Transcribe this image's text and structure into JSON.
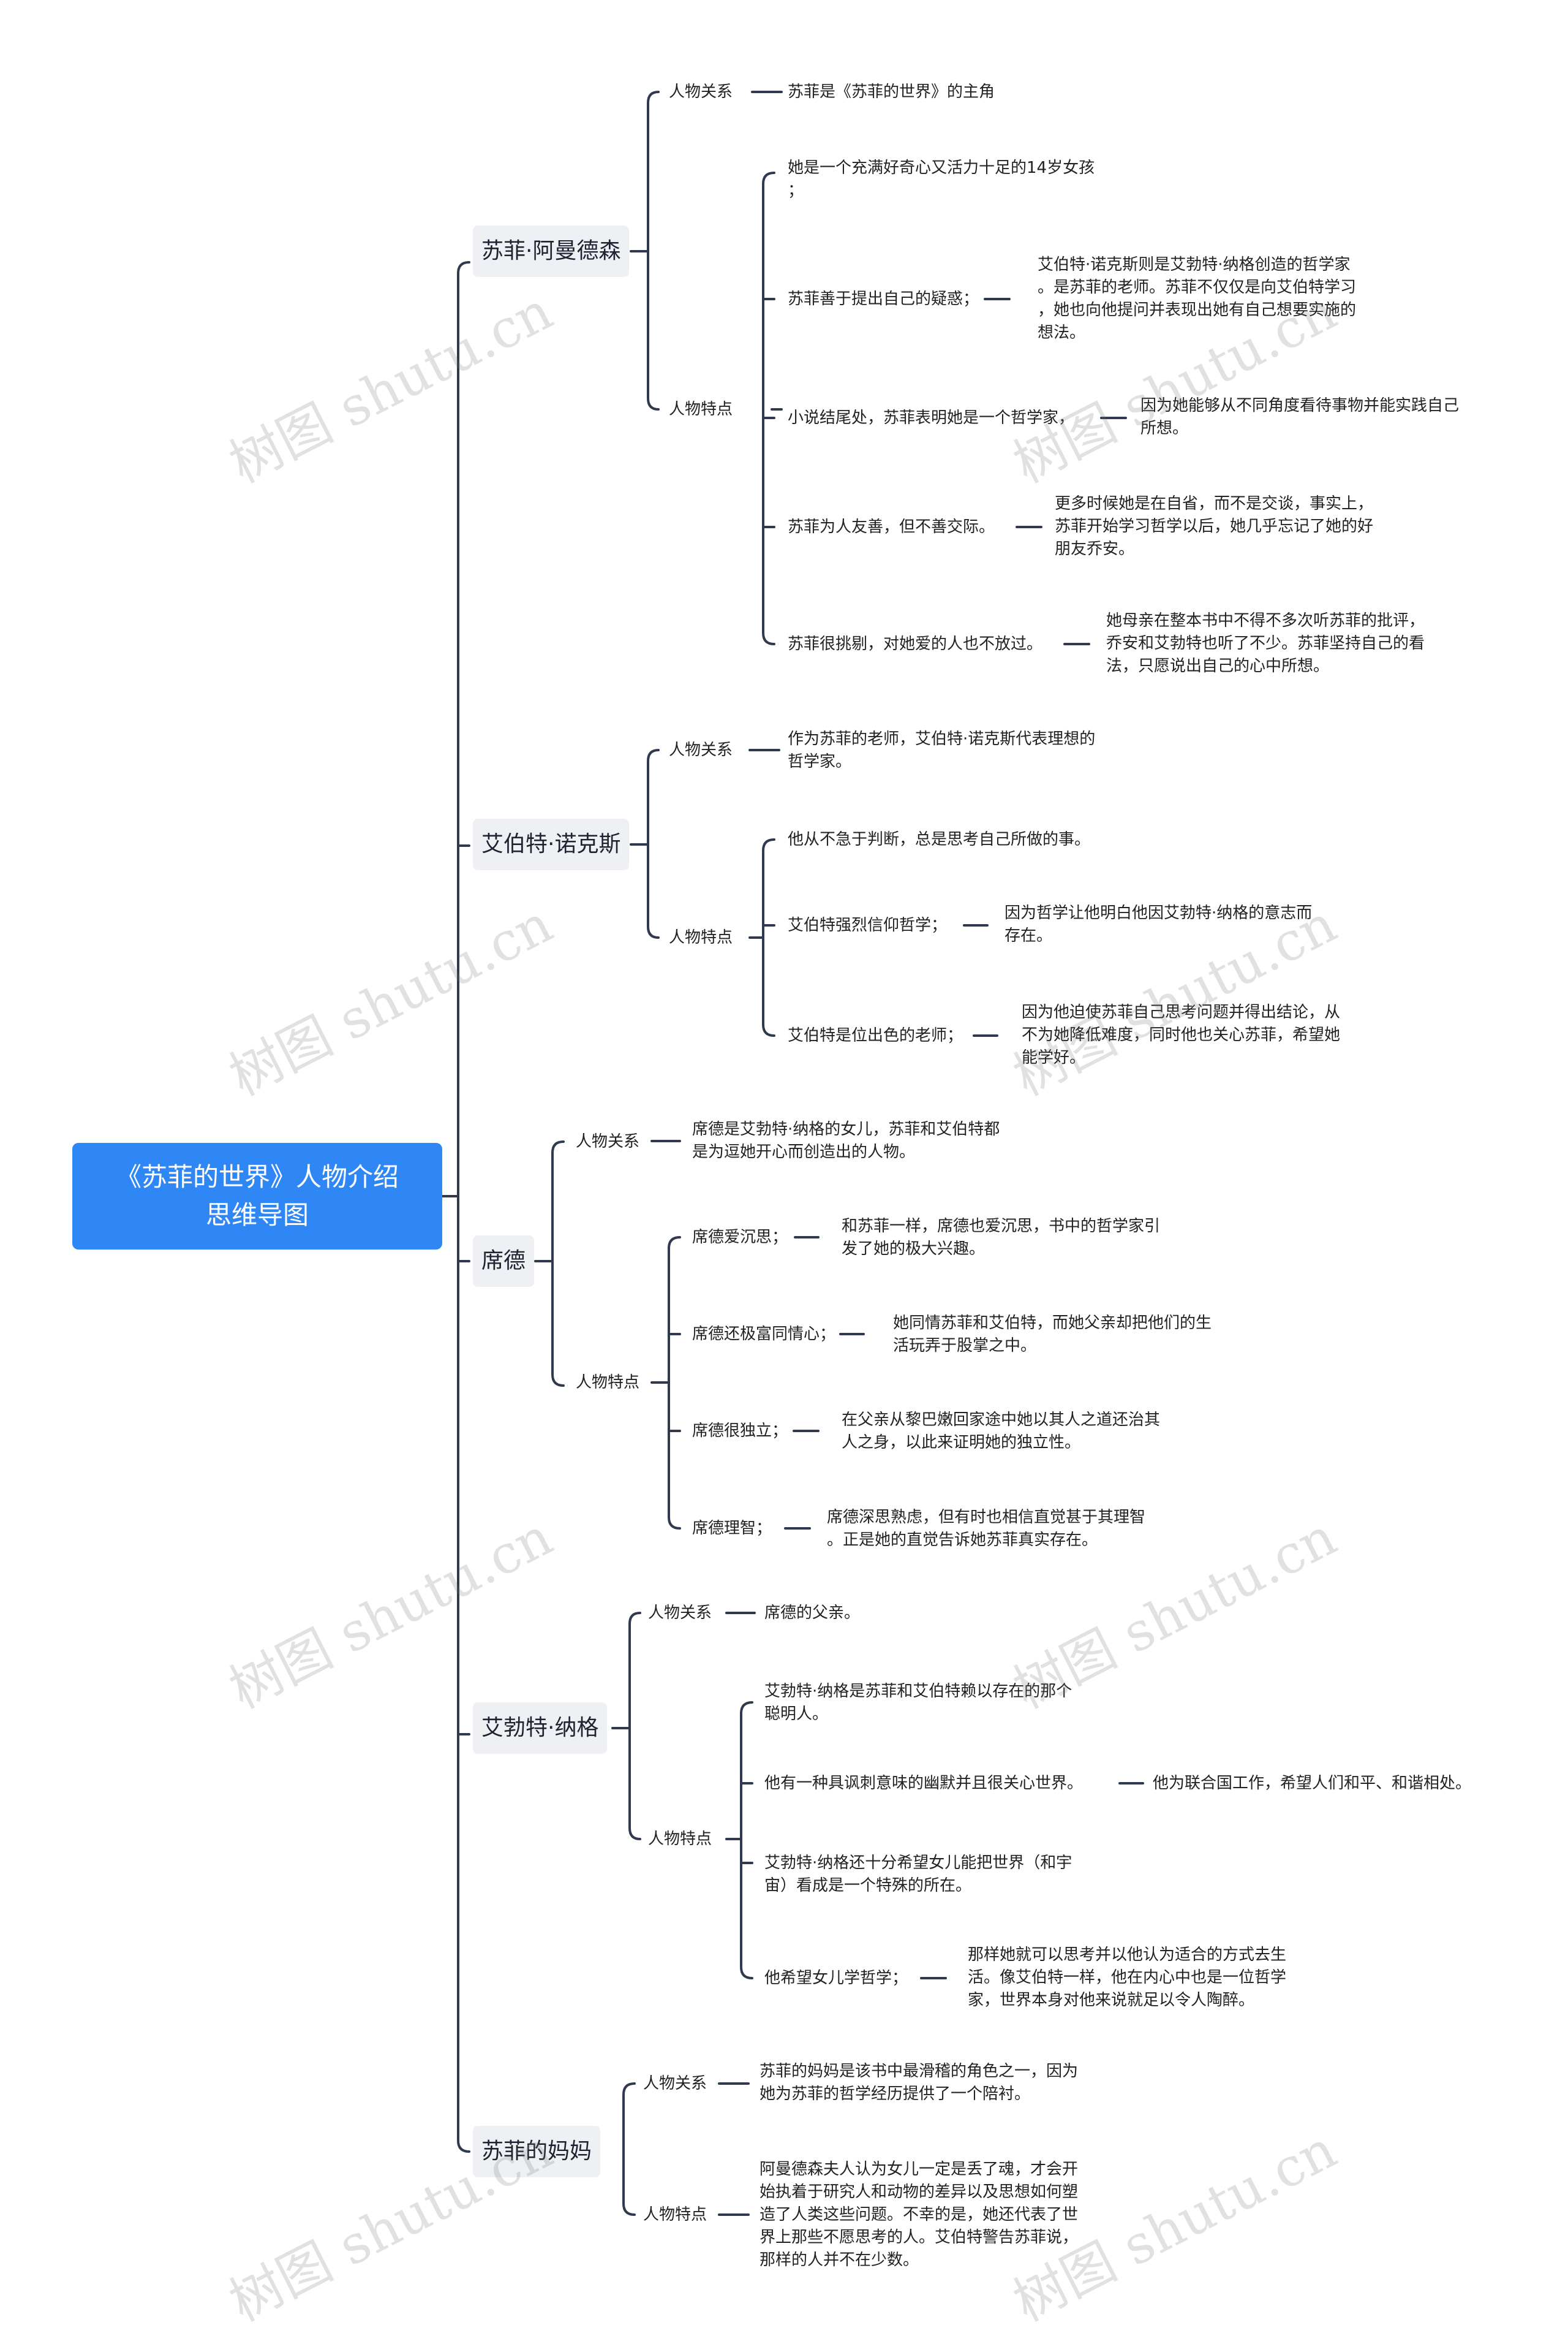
{
  "root": {
    "title": "《苏菲的世界》人物介绍\n思维导图"
  },
  "watermark": "树图 shutu.cn",
  "branches": [
    {
      "name": "苏菲·阿曼德森",
      "relation_label": "人物关系",
      "relation_text": "苏菲是《苏菲的世界》的主角",
      "traits_label": "人物特点",
      "traits": [
        {
          "text": "她是一个充满好奇心又活力十足的14岁女孩\n；"
        },
        {
          "text": "苏菲善于提出自己的疑惑；",
          "detail": "艾伯特·诺克斯则是艾勃特·纳格创造的哲学家\n。是苏菲的老师。苏菲不仅仅是向艾伯特学习\n，她也向他提问并表现出她有自己想要实施的\n想法。"
        },
        {
          "text": "小说结尾处，苏菲表明她是一个哲学家，",
          "detail": "因为她能够从不同角度看待事物并能实践自己\n所想。"
        },
        {
          "text": "苏菲为人友善，但不善交际。",
          "detail": "更多时候她是在自省，而不是交谈，事实上，\n苏菲开始学习哲学以后，她几乎忘记了她的好\n朋友乔安。"
        },
        {
          "text": "苏菲很挑剔，对她爱的人也不放过。",
          "detail": "她母亲在整本书中不得不多次听苏菲的批评，\n乔安和艾勃特也听了不少。苏菲坚持自己的看\n法，只愿说出自己的心中所想。"
        }
      ]
    },
    {
      "name": "艾伯特·诺克斯",
      "relation_label": "人物关系",
      "relation_text": "作为苏菲的老师，艾伯特·诺克斯代表理想的\n哲学家。",
      "traits_label": "人物特点",
      "traits": [
        {
          "text": "他从不急于判断，总是思考自己所做的事。"
        },
        {
          "text": "艾伯特强烈信仰哲学；",
          "detail": "因为哲学让他明白他因艾勃特·纳格的意志而\n存在。"
        },
        {
          "text": "艾伯特是位出色的老师；",
          "detail": "因为他迫使苏菲自己思考问题并得出结论，从\n不为她降低难度，同时他也关心苏菲，希望她\n能学好。"
        }
      ]
    },
    {
      "name": "席德",
      "relation_label": "人物关系",
      "relation_text": "席德是艾勃特·纳格的女儿，苏菲和艾伯特都\n是为逗她开心而创造出的人物。",
      "traits_label": "人物特点",
      "traits": [
        {
          "text": "席德爱沉思；",
          "detail": "和苏菲一样，席德也爱沉思，书中的哲学家引\n发了她的极大兴趣。"
        },
        {
          "text": "席德还极富同情心；",
          "detail": "她同情苏菲和艾伯特，而她父亲却把他们的生\n活玩弄于股掌之中。"
        },
        {
          "text": "席德很独立；",
          "detail": "在父亲从黎巴嫩回家途中她以其人之道还治其\n人之身，以此来证明她的独立性。"
        },
        {
          "text": "席德理智；",
          "detail": "席德深思熟虑，但有时也相信直觉甚于其理智\n。正是她的直觉告诉她苏菲真实存在。"
        }
      ]
    },
    {
      "name": "艾勃特·纳格",
      "relation_label": "人物关系",
      "relation_text": "席德的父亲。",
      "traits_label": "人物特点",
      "traits": [
        {
          "text": "艾勃特·纳格是苏菲和艾伯特赖以存在的那个\n聪明人。"
        },
        {
          "text": "他有一种具讽刺意味的幽默并且很关心世界。",
          "detail": "他为联合国工作，希望人们和平、和谐相处。"
        },
        {
          "text": "艾勃特·纳格还十分希望女儿能把世界（和宇\n宙）看成是一个特殊的所在。"
        },
        {
          "text": "他希望女儿学哲学；",
          "detail": "那样她就可以思考并以他认为适合的方式去生\n活。像艾伯特一样，他在内心中也是一位哲学\n家，世界本身对他来说就足以令人陶醉。"
        }
      ]
    },
    {
      "name": "苏菲的妈妈",
      "relation_label": "人物关系",
      "relation_text": "苏菲的妈妈是该书中最滑稽的角色之一，因为\n她为苏菲的哲学经历提供了一个陪衬。",
      "traits_label": "人物特点",
      "traits_text": "阿曼德森夫人认为女儿一定是丢了魂，才会开\n始执着于研究人和动物的差异以及思想如何塑\n造了人类这些问题。不幸的是，她还代表了世\n界上那些不愿思考的人。艾伯特警告苏菲说，\n那样的人并不在少数。"
    }
  ]
}
